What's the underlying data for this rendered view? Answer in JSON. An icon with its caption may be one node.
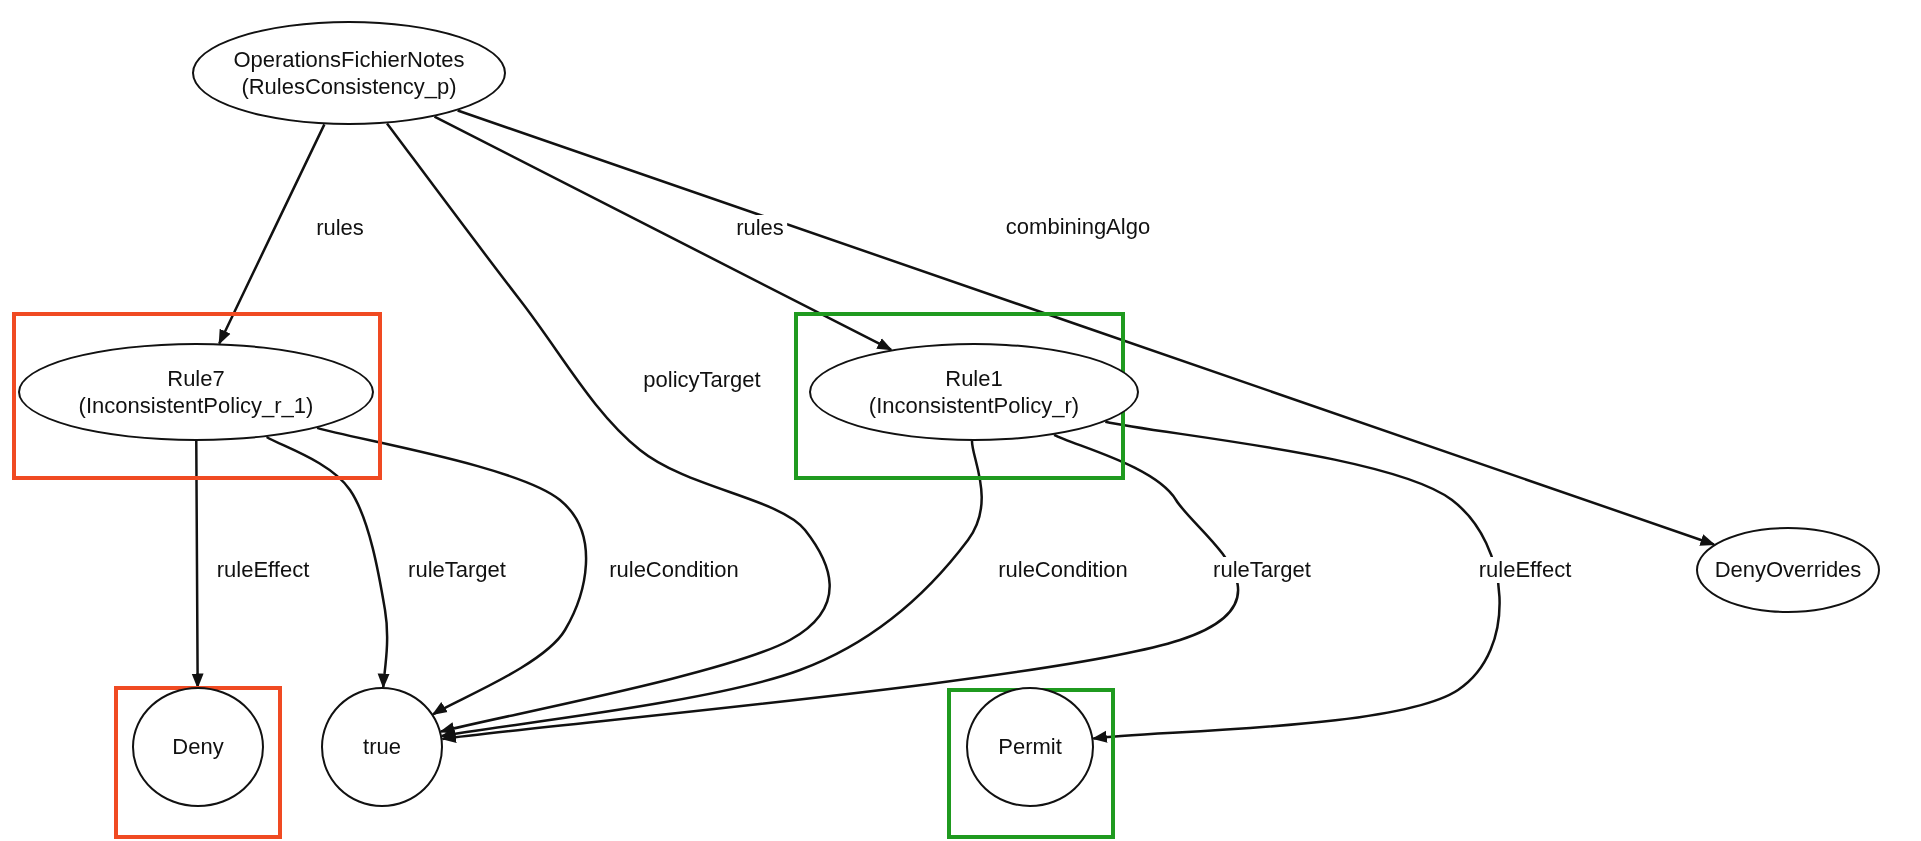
{
  "diagram": {
    "nodes": [
      {
        "text": [
          "OperationsFichierNotes",
          "(RulesConsistency_p)"
        ]
      },
      {
        "text": [
          "Rule7",
          "(InconsistentPolicy_r_1)"
        ]
      },
      {
        "text": [
          "Rule1",
          "(InconsistentPolicy_r)"
        ]
      },
      {
        "text": [
          "DenyOverrides"
        ]
      },
      {
        "text": [
          "Deny"
        ]
      },
      {
        "text": [
          "true"
        ]
      },
      {
        "text": [
          "Permit"
        ]
      }
    ],
    "edges": [
      {
        "from": 0,
        "to": 1,
        "arrow": "to",
        "label": "rules"
      },
      {
        "from": 0,
        "to": 2,
        "arrow": "to",
        "label": "rules"
      },
      {
        "from": 0,
        "to": 5,
        "arrow": "to",
        "label": "policyTarget"
      },
      {
        "from": 0,
        "to": 3,
        "arrow": "to",
        "label": "combiningAlgo"
      },
      {
        "from": 1,
        "to": 4,
        "arrow": "to",
        "label": "ruleEffect"
      },
      {
        "from": 1,
        "to": 5,
        "arrow": "to",
        "label": "ruleTarget"
      },
      {
        "from": 1,
        "to": 5,
        "arrow": "to",
        "label": "ruleCondition"
      },
      {
        "from": 2,
        "to": 5,
        "arrow": "to",
        "label": "ruleCondition"
      },
      {
        "from": 2,
        "to": 5,
        "arrow": "to",
        "label": "ruleTarget"
      },
      {
        "from": 2,
        "to": 6,
        "arrow": "to",
        "label": "ruleEffect"
      }
    ]
  }
}
